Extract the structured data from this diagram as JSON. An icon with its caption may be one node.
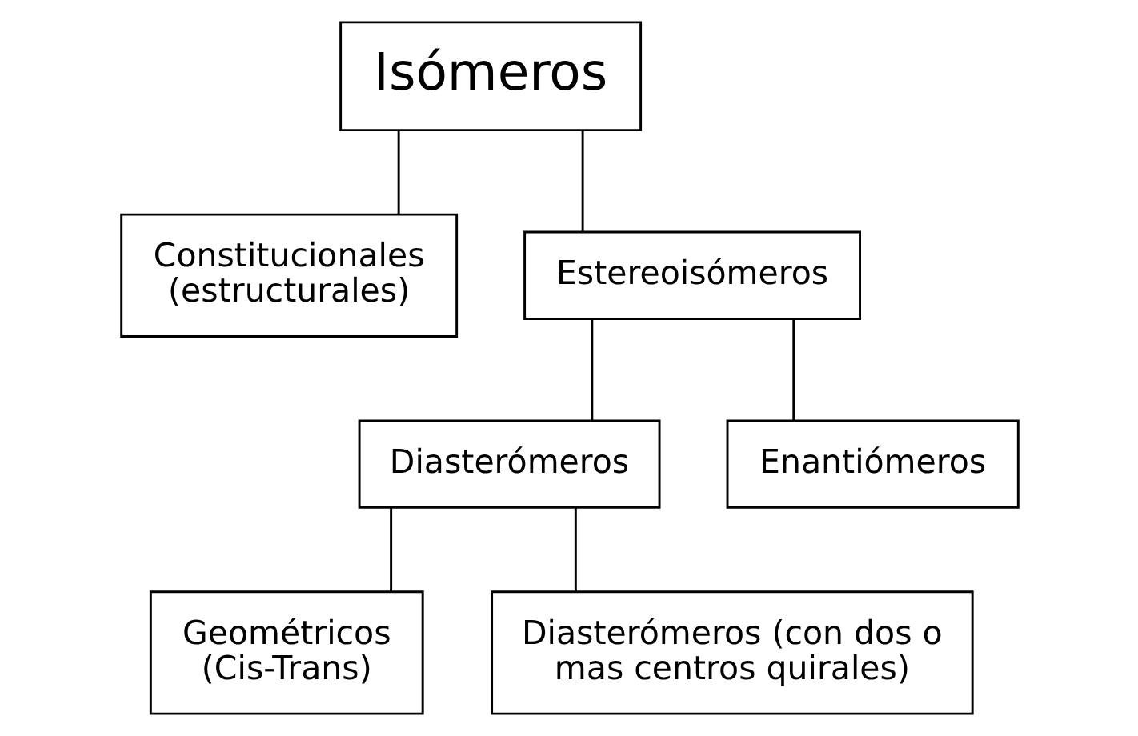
{
  "diagram": {
    "nodes": [
      {
        "text": [
          "Isómeros"
        ]
      },
      {
        "text": [
          "Constitucionales (estructurales)"
        ]
      },
      {
        "text": [
          "Estereoisómeros"
        ]
      },
      {
        "text": [
          "Diasterómeros"
        ]
      },
      {
        "text": [
          "Enantiómeros"
        ]
      },
      {
        "text": [
          "Geométricos (Cis-Trans)"
        ]
      },
      {
        "text": [
          "Diasterómeros (con dos o mas centros quirales)"
        ]
      }
    ],
    "edges": [
      {
        "from": 0,
        "to": 1,
        "arrow": "none"
      },
      {
        "from": 0,
        "to": 2,
        "arrow": "none"
      },
      {
        "from": 2,
        "to": 3,
        "arrow": "none"
      },
      {
        "from": 2,
        "to": 4,
        "arrow": "none"
      },
      {
        "from": 3,
        "to": 5,
        "arrow": "none"
      },
      {
        "from": 3,
        "to": 6,
        "arrow": "none"
      }
    ]
  }
}
